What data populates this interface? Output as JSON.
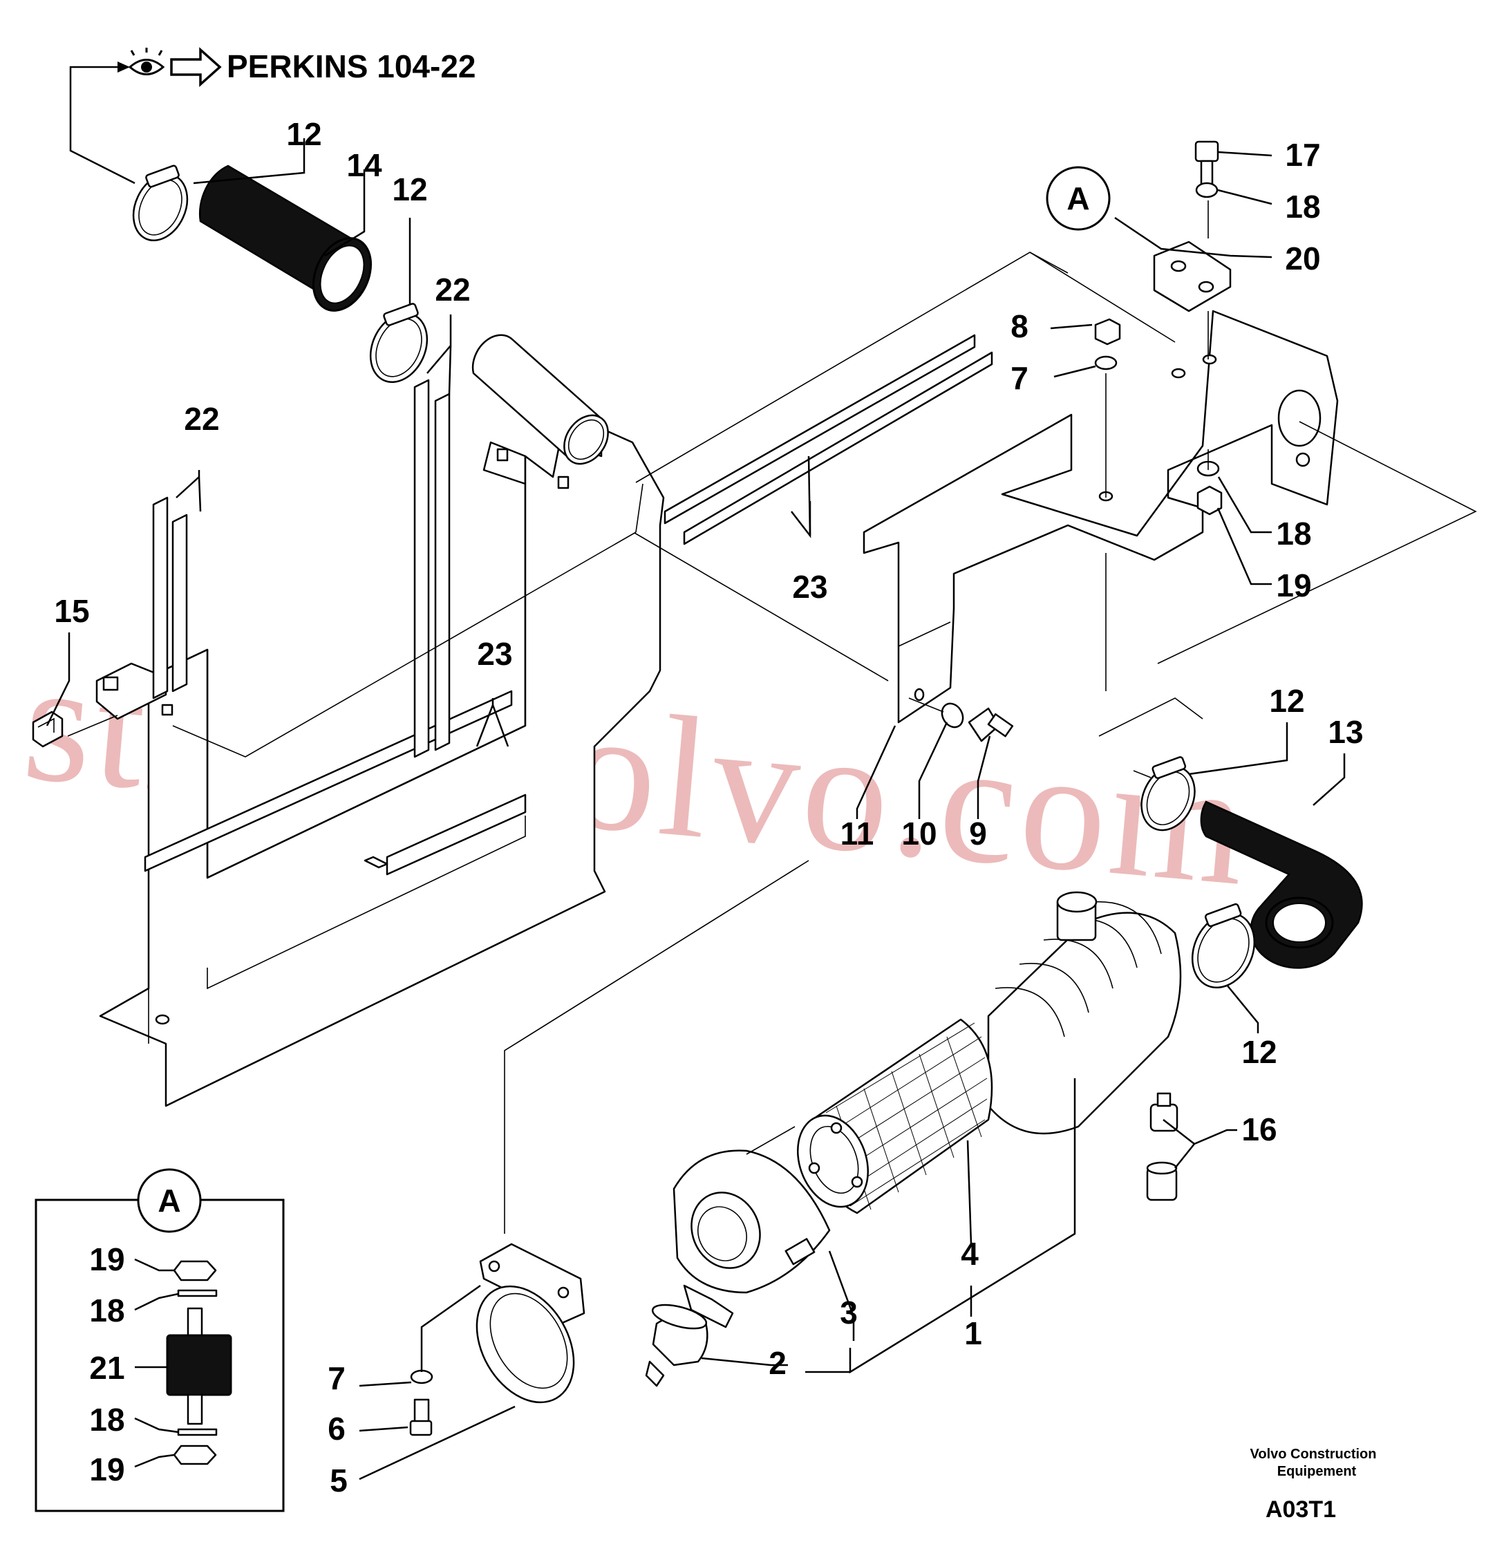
{
  "header": {
    "reference_text": "PERKINS 104-22",
    "eye_icon": "eye-icon",
    "arrow_icon": "hollow-right-arrow-icon"
  },
  "callouts": {
    "c1": "1",
    "c2": "2",
    "c3": "3",
    "c4": "4",
    "c5": "5",
    "c6": "6",
    "c7a": "7",
    "c7b": "7",
    "c8": "8",
    "c9": "9",
    "c10": "10",
    "c11": "11",
    "c12a": "12",
    "c12b": "12",
    "c12c": "12",
    "c12d": "12",
    "c13": "13",
    "c14": "14",
    "c15": "15",
    "c16": "16",
    "c17": "17",
    "c18a": "18",
    "c18b": "18",
    "c19": "19",
    "c20": "20",
    "c22a": "22",
    "c22b": "22",
    "c23a": "23",
    "c23b": "23",
    "detail_marker": "A"
  },
  "inset": {
    "marker": "A",
    "labels": {
      "n19a": "19",
      "n18a": "18",
      "n21": "21",
      "n18b": "18",
      "n19b": "19"
    }
  },
  "footer": {
    "company_line1": "Volvo Construction",
    "company_line2": "Equipement",
    "drawing_code": "A03T1"
  },
  "watermark": "strongvolvo.com",
  "colors": {
    "watermark": "#e6a3a3",
    "ink": "#000000"
  }
}
